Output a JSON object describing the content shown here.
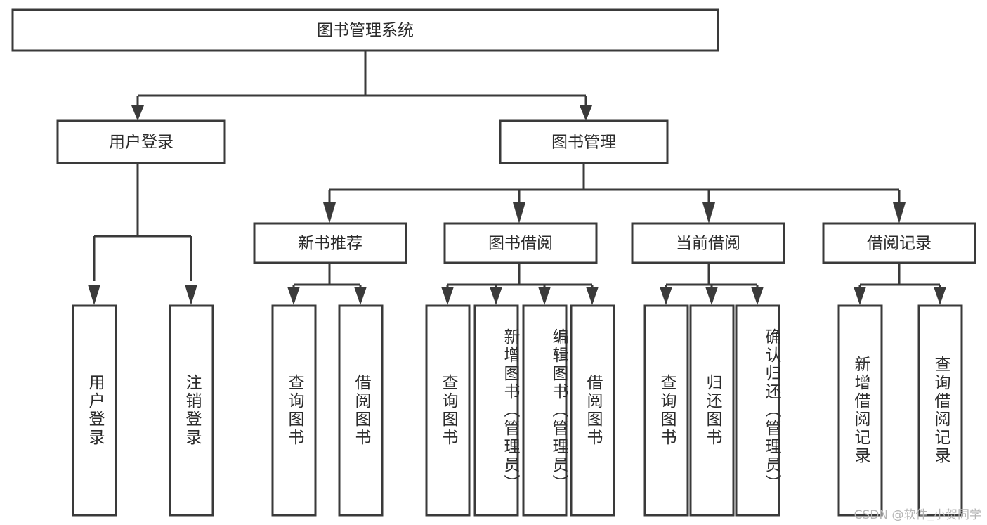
{
  "diagram": {
    "title": "图书管理系统",
    "type": "hierarchy-tree",
    "watermark": "CSDN @软件_小贺同学",
    "colors": {
      "stroke": "#3a3a3a",
      "box_fill": "#ffffff",
      "text": "#2b2b2b",
      "watermark": "#b4b4b4",
      "background": "#ffffff"
    },
    "levels": {
      "root": "图书管理系统",
      "level2": [
        "用户登录",
        "图书管理"
      ],
      "level3": [
        "新书推荐",
        "图书借阅",
        "当前借阅",
        "借阅记录"
      ],
      "leaves": [
        "用户登录",
        "注销登录",
        "查询图书",
        "借阅图书",
        "查询图书",
        "新增图书（管理员）",
        "编辑图书（管理员）",
        "借阅图书",
        "查询图书",
        "归还图书",
        "确认归还（管理员）",
        "新增借阅记录",
        "查询借阅记录"
      ]
    },
    "nodes": {
      "root": {
        "label": "图书管理系统"
      },
      "user_login": {
        "label": "用户登录"
      },
      "book_manage": {
        "label": "图书管理"
      },
      "new_book_rec": {
        "label": "新书推荐"
      },
      "book_borrow": {
        "label": "图书借阅"
      },
      "current_borrow": {
        "label": "当前借阅"
      },
      "borrow_record": {
        "label": "借阅记录"
      },
      "leaf_user_login": {
        "label": "用户登录"
      },
      "leaf_logout": {
        "label": "注销登录"
      },
      "leaf_query_book_a": {
        "label": "查询图书"
      },
      "leaf_borrow_book_a": {
        "label": "借阅图书"
      },
      "leaf_query_book_b": {
        "label": "查询图书"
      },
      "leaf_add_book": {
        "label": "新增图书（管理员）"
      },
      "leaf_edit_book": {
        "label": "编辑图书（管理员）"
      },
      "leaf_borrow_book_b": {
        "label": "借阅图书"
      },
      "leaf_query_book_c": {
        "label": "查询图书"
      },
      "leaf_return_book": {
        "label": "归还图书"
      },
      "leaf_confirm_return": {
        "label": "确认归还（管理员）"
      },
      "leaf_add_record": {
        "label": "新增借阅记录"
      },
      "leaf_query_record": {
        "label": "查询借阅记录"
      }
    }
  }
}
